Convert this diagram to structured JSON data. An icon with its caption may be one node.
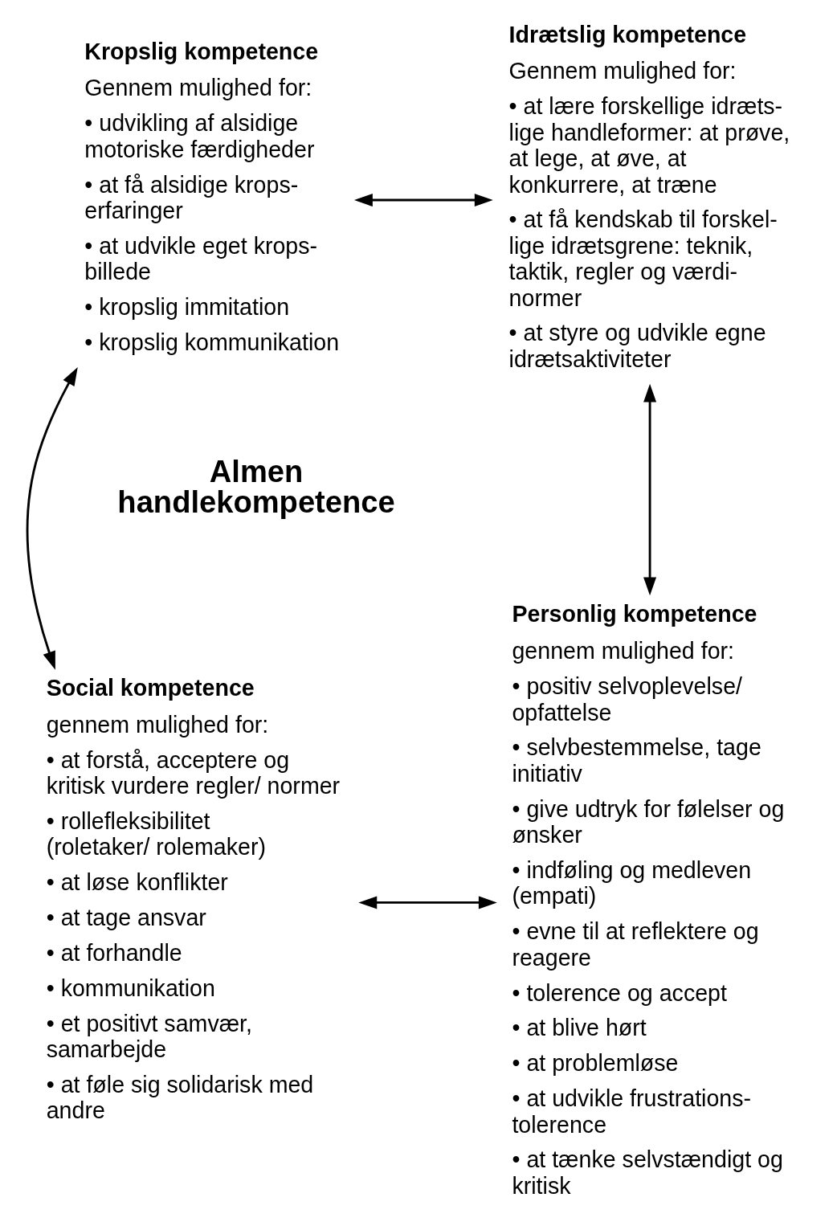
{
  "diagram": {
    "nodes": [
      {
        "text": [
          "Kropslig kompetence",
          "Gennem mulighed for:",
          "• udvikling af alsidige motoriske færdigheder",
          "• at få alsidige krops- erfaringer",
          "• at udvikle eget krops- billede",
          "• kropslig immitation",
          "• kropslig kommunikation"
        ]
      },
      {
        "text": [
          "Idrætslig kompetence",
          "Gennem mulighed for:",
          "• at lære forskellige idræts- lige handleformer: at prøve, at lege, at øve, at konkurrere, at træne",
          "• at få kendskab til forskel- lige idrætsgrene: teknik, taktik, regler og værdi- normer",
          "• at styre og udvikle egne idrætsaktiviteter"
        ]
      },
      {
        "text": [
          "Social kompetence",
          "gennem mulighed for:",
          "• at forstå, acceptere og kritisk vurdere regler/ normer",
          "• rollefleksibilitet (roletaker/ rolemaker)",
          "• at løse konflikter",
          "• at tage ansvar",
          "• at forhandle",
          "• kommunikation",
          "• et positivt samvær, samarbejde",
          "• at føle sig solidarisk med andre"
        ]
      },
      {
        "text": [
          "Personlig kompetence",
          "gennem mulighed for:",
          "• positiv selvoplevelse/ opfattelse",
          "• selvbestemmelse, tage initiativ",
          "• give udtryk for følelser og ønsker",
          "• indføling og medleven (empati)",
          "• evne til at reflektere og reagere",
          "• tolerence og accept",
          "• at blive hørt",
          "• at problemløse",
          "• at udvikle frustrations- tolerence",
          "• at tænke selvstændigt og kritisk"
        ]
      }
    ],
    "edges": [
      {
        "from": 0,
        "to": 1,
        "arrow": "both"
      },
      {
        "from": 0,
        "to": 2,
        "arrow": "both"
      },
      {
        "from": 1,
        "to": 3,
        "arrow": "both"
      },
      {
        "from": 2,
        "to": 3,
        "arrow": "both"
      }
    ],
    "labels": [
      "Almen handlekompetence"
    ]
  }
}
